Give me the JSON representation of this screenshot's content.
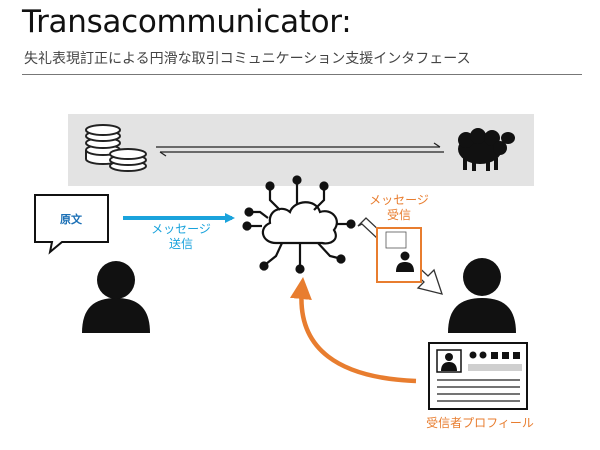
{
  "header": {
    "title": "Transacommunicator:",
    "subtitle": "失礼表現訂正による円滑な取引コミュニケーション支援インタフェース"
  },
  "diagram": {
    "speech_bubble_text": "原文",
    "send_label_line1": "メッセージ",
    "send_label_line2": "送信",
    "receive_label_line1": "メッセージ",
    "receive_label_line2": "受信",
    "profile_label": "受信者プロフィール",
    "colors": {
      "send_arrow": "#1aa3dc",
      "accent": "#e87d2f",
      "band": "#e3e3e3"
    }
  }
}
